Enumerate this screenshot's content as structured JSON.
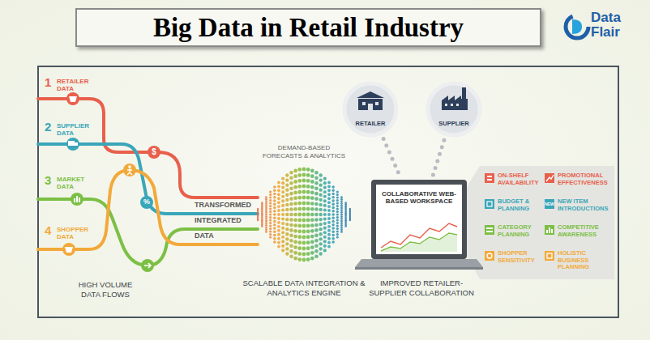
{
  "diagram": {
    "title": "Big Data in Retail Industry",
    "nodes": [
      {
        "text": [
          "RETAILER"
        ]
      },
      {
        "text": [
          "SUPPLIER"
        ]
      },
      {
        "text": [
          "COLLABORATIVE WEB-BASED WORKSPACE"
        ]
      }
    ],
    "edges": [
      {
        "from": 0,
        "to": 2,
        "arrow": "none"
      },
      {
        "from": 1,
        "to": 2,
        "arrow": "none"
      }
    ],
    "labels": [
      "1",
      "RETAILER DATA",
      "2",
      "SUPPLIER DATA",
      "3",
      "MARKET DATA",
      "4",
      "SHOPPER DATA",
      "$",
      "%",
      "TRANSFORMED",
      "INTEGRATED",
      "DATA",
      "HIGH VOLUME DATA FLOWS",
      "DEMAND-BASED FORECASTS & ANALYTICS",
      "SCALABLE DATA INTEGRATION & ANALYTICS ENGINE",
      "IMPROVED RETAILER-SUPPLIER COLLABORATION",
      "ON-SHELF AVAILABILITY",
      "PROMOTIONAL EFFECTIVENESS",
      "BUDGET & PLANNING",
      "NEW ITEM INTRODUCTIONS",
      "CATEGORY PLANNING",
      "COMPETITIVE AWARENESS",
      "SHOPPER SENSITIVITY",
      "HOLISTIC BUSINESS PLANNING",
      "NEW",
      "Data",
      "Flair"
    ]
  }
}
